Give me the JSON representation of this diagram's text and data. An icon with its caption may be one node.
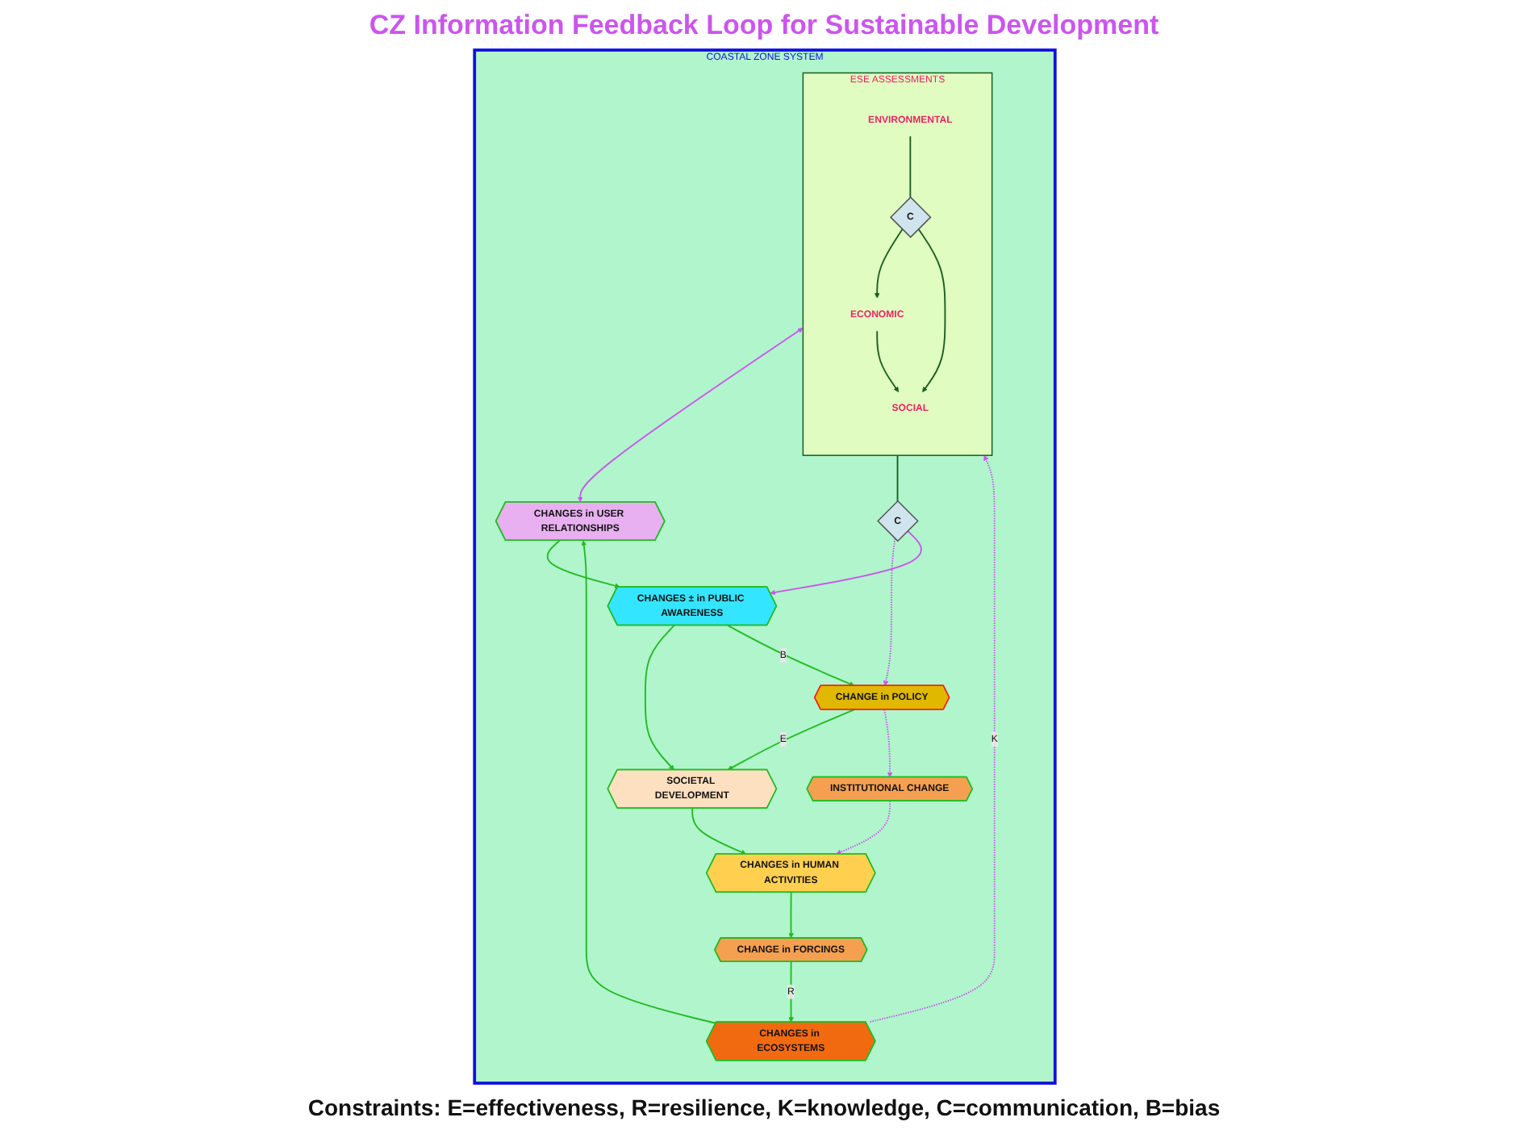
{
  "diagram": {
    "caption": "Constraints: E=effectiveness, R=resilience, K=knowledge, C=communication, B=bias",
    "nodes": [
      {
        "text": [
          "COASTAL ZONE SYSTEM"
        ]
      },
      {
        "text": [
          "SOCIETAL DEVELOPMENT"
        ],
        "in": 0
      },
      {
        "text": [
          "CHANGE in POLICY"
        ],
        "in": 0
      },
      {
        "text": [
          "CHANGES ± in PUBLIC AWARENESS"
        ],
        "in": 0
      },
      {
        "text": [
          "INSTITUTIONAL CHANGE"
        ],
        "in": 0
      },
      {
        "text": [
          "CHANGES in HUMAN ACTIVITIES"
        ],
        "in": 0
      },
      {
        "text": [
          "CHANGE in FORCINGS"
        ],
        "in": 0
      },
      {
        "text": [
          "CHANGES in ECOSYSTEMS"
        ],
        "in": 0
      },
      {
        "text": [
          "CHANGES in USER RELATIONSHIPS"
        ],
        "in": 0
      },
      {
        "text": [
          "ESE ASSESSMENTS"
        ],
        "in": 0
      },
      {
        "text": [
          "SOCIAL"
        ],
        "in": 9
      },
      {
        "text": [
          "ECONOMIC"
        ],
        "in": 9
      },
      {
        "text": [
          "ENVIRONMENTAL"
        ],
        "in": 9
      },
      {
        "text": [
          "C"
        ],
        "in": 0
      },
      {
        "text": [
          "C"
        ],
        "in": 9
      }
    ],
    "edges": [
      {
        "from": 3,
        "to": 1,
        "arrow": "to"
      },
      {
        "from": 3,
        "to": 2,
        "arrow": "to",
        "label": "B"
      },
      {
        "from": 2,
        "to": 1,
        "arrow": "to",
        "label": "E"
      },
      {
        "from": 2,
        "to": 4,
        "arrow": "to",
        "style": "dashed",
        "color": "#cc55ee"
      },
      {
        "from": 4,
        "to": 5,
        "arrow": "to",
        "style": "dashed",
        "color": "#cc55ee"
      },
      {
        "from": 1,
        "to": 5,
        "arrow": "to"
      },
      {
        "from": 5,
        "to": 6,
        "arrow": "to"
      },
      {
        "from": 6,
        "to": 7,
        "arrow": "to",
        "label": "R"
      },
      {
        "from": 7,
        "to": 8,
        "arrow": "to"
      },
      {
        "from": 7,
        "to": 9,
        "arrow": "to",
        "label": "K",
        "style": "dashed",
        "color": "#cc55ee"
      },
      {
        "from": 9,
        "to": 8,
        "arrow": "both",
        "color": "#cc55ee"
      },
      {
        "from": 8,
        "to": 3,
        "arrow": "to"
      },
      {
        "from": 9,
        "to": 13,
        "arrow": "none",
        "color": "#1a6020"
      },
      {
        "from": 13,
        "to": 2,
        "arrow": "to",
        "style": "dashed",
        "color": "#cc55ee"
      },
      {
        "from": 13,
        "to": 3,
        "arrow": "to",
        "color": "#cc55ee"
      },
      {
        "from": 11,
        "to": 10,
        "arrow": "to",
        "color": "#1a6020"
      },
      {
        "from": 12,
        "to": 14,
        "arrow": "none",
        "color": "#1a6020"
      },
      {
        "from": 14,
        "to": 10,
        "arrow": "to",
        "color": "#1a6020"
      },
      {
        "from": 14,
        "to": 11,
        "arrow": "to",
        "color": "#1a6020"
      }
    ],
    "labels": [
      "CZ Information Feedback Loop for Sustainable Development"
    ]
  }
}
